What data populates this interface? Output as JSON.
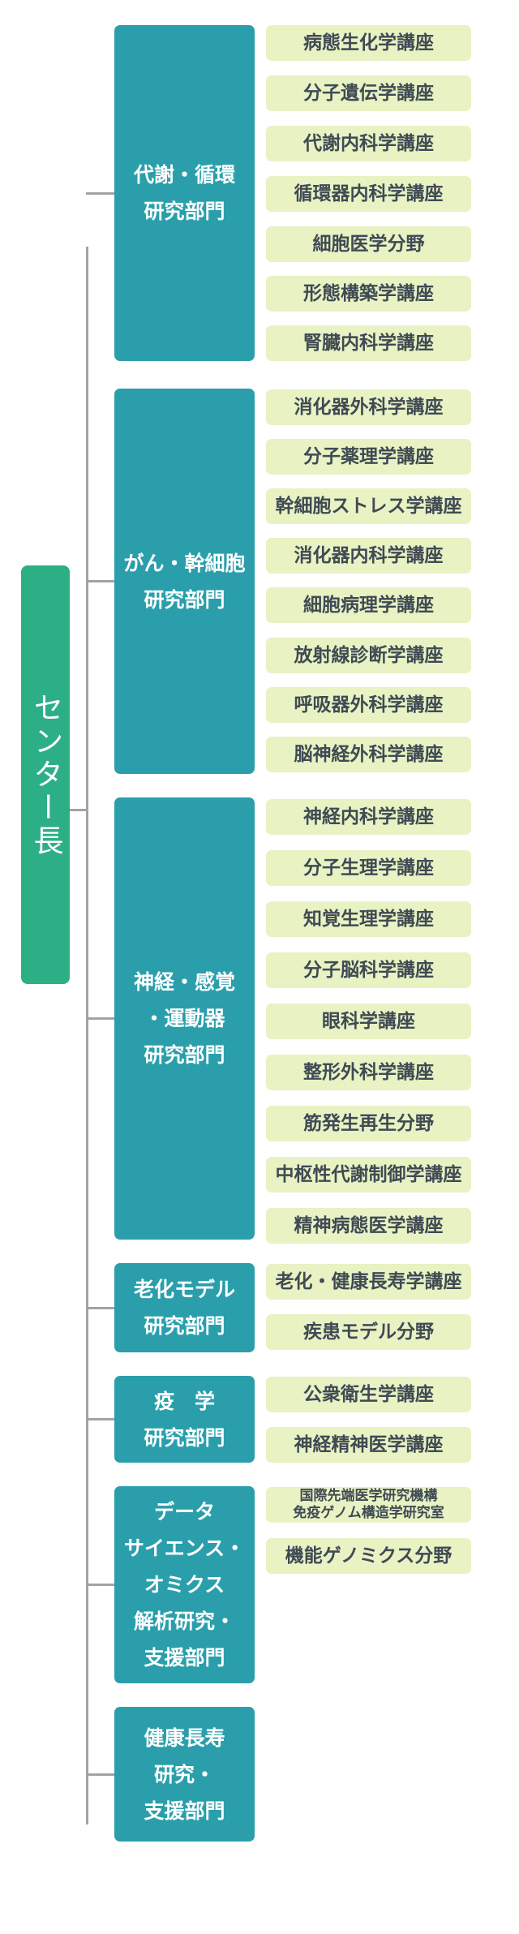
{
  "root": "センター長",
  "departments": [
    {
      "name": "代謝・循環\n研究部門",
      "units": [
        "病態生化学講座",
        "分子遺伝学講座",
        "代謝内科学講座",
        "循環器内科学講座",
        "細胞医学分野",
        "形態構築学講座",
        "腎臓内科学講座"
      ]
    },
    {
      "name": "がん・幹細胞\n研究部門",
      "units": [
        "消化器外科学講座",
        "分子薬理学講座",
        "幹細胞ストレス学講座",
        "消化器内科学講座",
        "細胞病理学講座",
        "放射線診断学講座",
        "呼吸器外科学講座",
        "脳神経外科学講座"
      ]
    },
    {
      "name": "神経・感覚\n・運動器\n研究部門",
      "units": [
        "神経内科学講座",
        "分子生理学講座",
        "知覚生理学講座",
        "分子脳科学講座",
        "眼科学講座",
        "整形外科学講座",
        "筋発生再生分野",
        "中枢性代謝制御学講座",
        "精神病態医学講座"
      ]
    },
    {
      "name": "老化モデル\n研究部門",
      "units": [
        "老化・健康長寿学講座",
        "疾患モデル分野"
      ]
    },
    {
      "name": "疫　学\n研究部門",
      "units": [
        "公衆衛生学講座",
        "神経精神医学講座"
      ]
    },
    {
      "name": "データ\nサイエンス・\nオミクス\n解析研究・\n支援部門",
      "units": [
        "国際先端医学研究機構\n免疫ゲノム構造学研究室",
        "機能ゲノミクス分野"
      ]
    },
    {
      "name": "健康長寿\n研究・\n支援部門",
      "units": []
    }
  ],
  "colors": {
    "root": "#2daf86",
    "department": "#2a9fab",
    "unit": "#e8f2c3",
    "connector": "#a3a3a3"
  }
}
